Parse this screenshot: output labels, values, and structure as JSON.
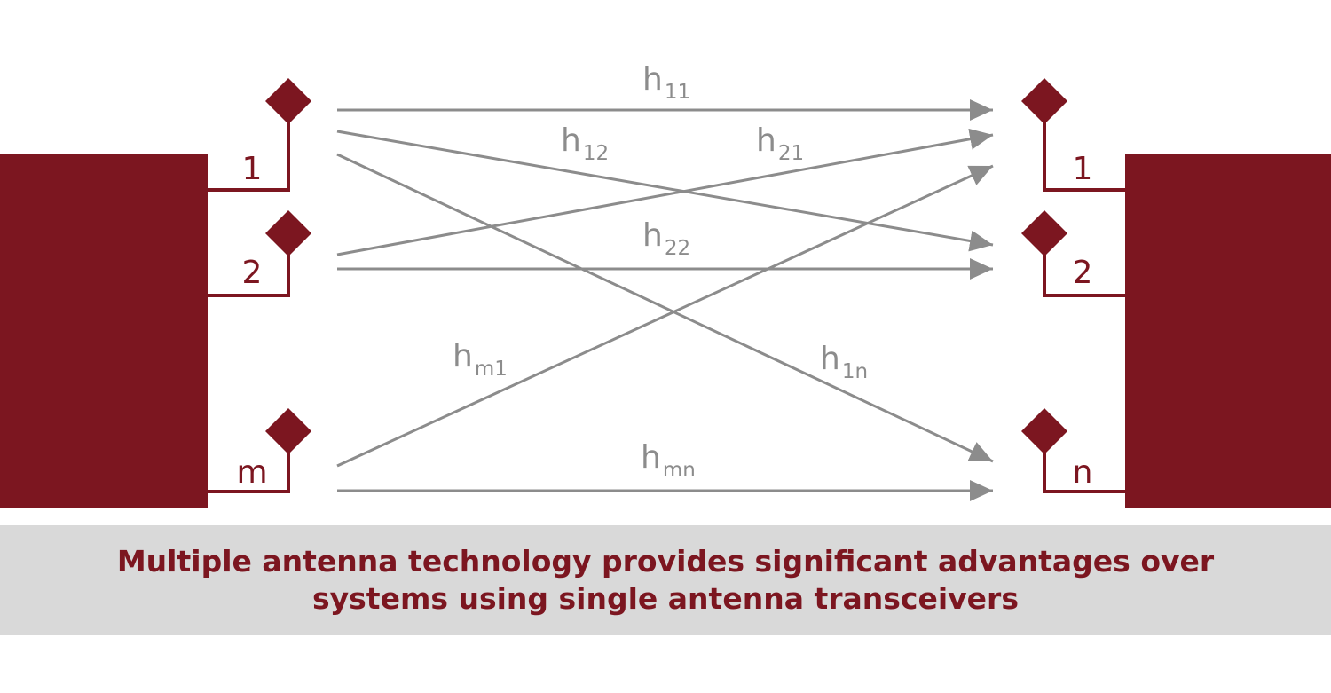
{
  "colors": {
    "block": "#7c1620",
    "path": "#8c8c8c",
    "caption_background": "#d9d9d9",
    "caption_text": "#7c1620"
  },
  "transmitter": {
    "antennas": [
      {
        "id": "t1",
        "label": "1"
      },
      {
        "id": "t2",
        "label": "2"
      },
      {
        "id": "tm",
        "label": "m"
      }
    ]
  },
  "receiver": {
    "antennas": [
      {
        "id": "r1",
        "label": "1"
      },
      {
        "id": "r2",
        "label": "2"
      },
      {
        "id": "rn",
        "label": "n"
      }
    ]
  },
  "channels": [
    {
      "from": "t1",
      "to": "r1",
      "symbol": "h",
      "subscript": "11"
    },
    {
      "from": "t1",
      "to": "r2",
      "symbol": "h",
      "subscript": "12"
    },
    {
      "from": "t1",
      "to": "rn",
      "symbol": "h",
      "subscript": "1n"
    },
    {
      "from": "t2",
      "to": "r1",
      "symbol": "h",
      "subscript": "21"
    },
    {
      "from": "t2",
      "to": "r2",
      "symbol": "h",
      "subscript": "22"
    },
    {
      "from": "tm",
      "to": "r1",
      "symbol": "h",
      "subscript": "m1"
    },
    {
      "from": "tm",
      "to": "rn",
      "symbol": "h",
      "subscript": "mn"
    }
  ],
  "caption": {
    "line1": "Multiple antenna technology provides significant advantages over",
    "line2": "systems using single antenna transceivers"
  }
}
